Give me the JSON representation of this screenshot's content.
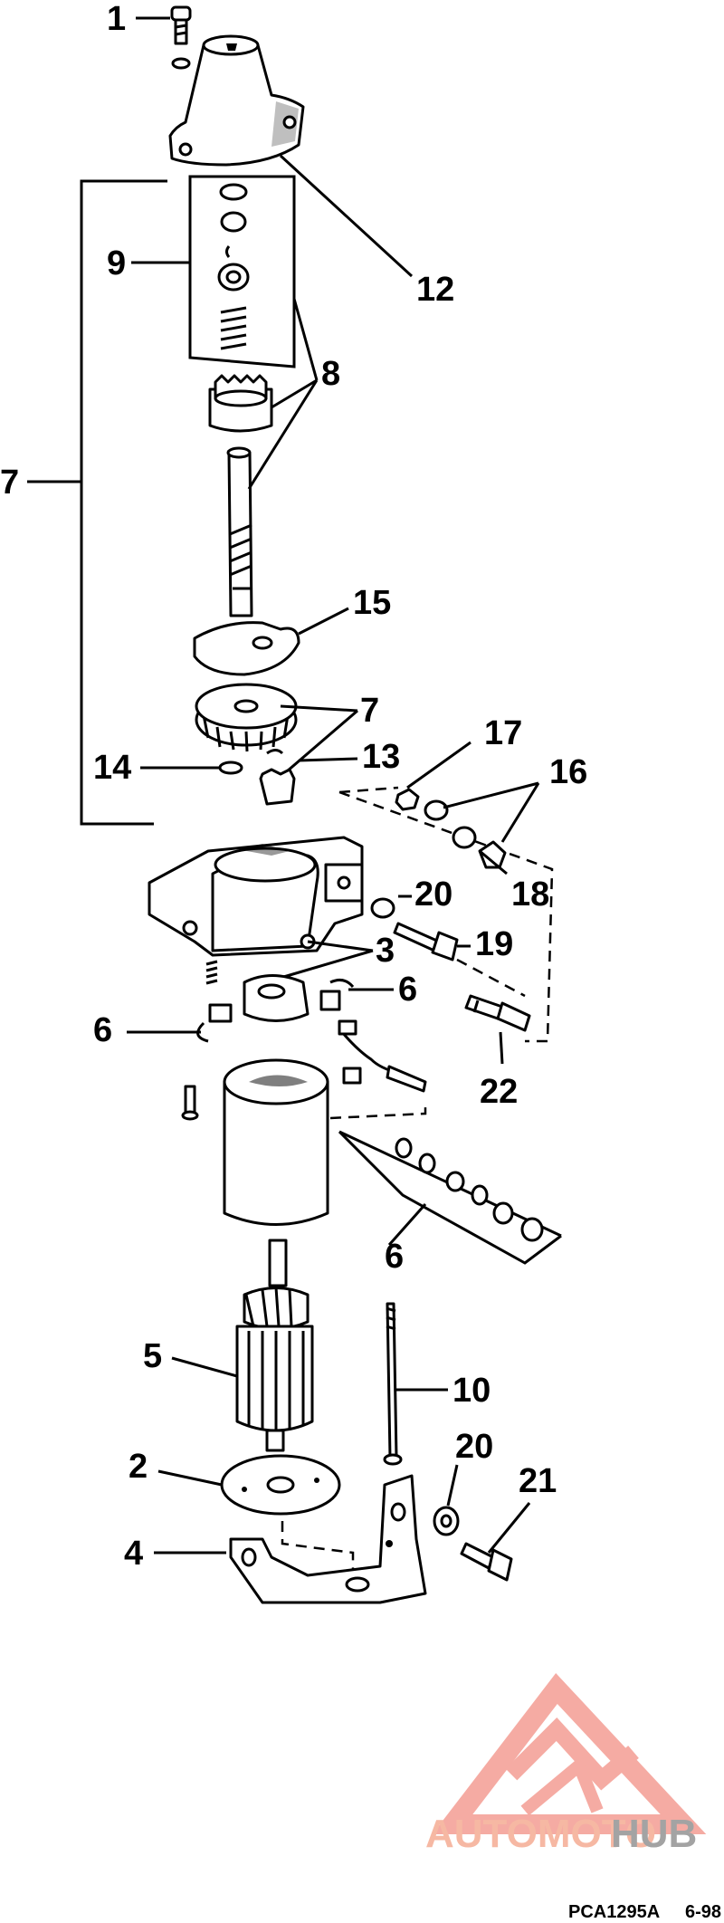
{
  "diagram": {
    "callouts": {
      "c1": "1",
      "c12": "12",
      "c9": "9",
      "c8": "8",
      "c7a": "7",
      "c15": "15",
      "c7b": "7",
      "c13": "13",
      "c14": "14",
      "c17": "17",
      "c16": "16",
      "c18": "18",
      "c20a": "20",
      "c19": "19",
      "c3": "3",
      "c6a": "6",
      "c6b": "6",
      "c22": "22",
      "c6c": "6",
      "c5": "5",
      "c10": "10",
      "c2": "2",
      "c20b": "20",
      "c21": "21",
      "c4": "4"
    },
    "footer": {
      "code": "PCA1295A",
      "date": "6-98"
    }
  },
  "watermark": {
    "word_a": "AUTOMOTO",
    "word_b": "HUB",
    "color_a": "#f6b19a",
    "color_b": "#9a9a9a",
    "logo_color": "#f4a39a"
  }
}
